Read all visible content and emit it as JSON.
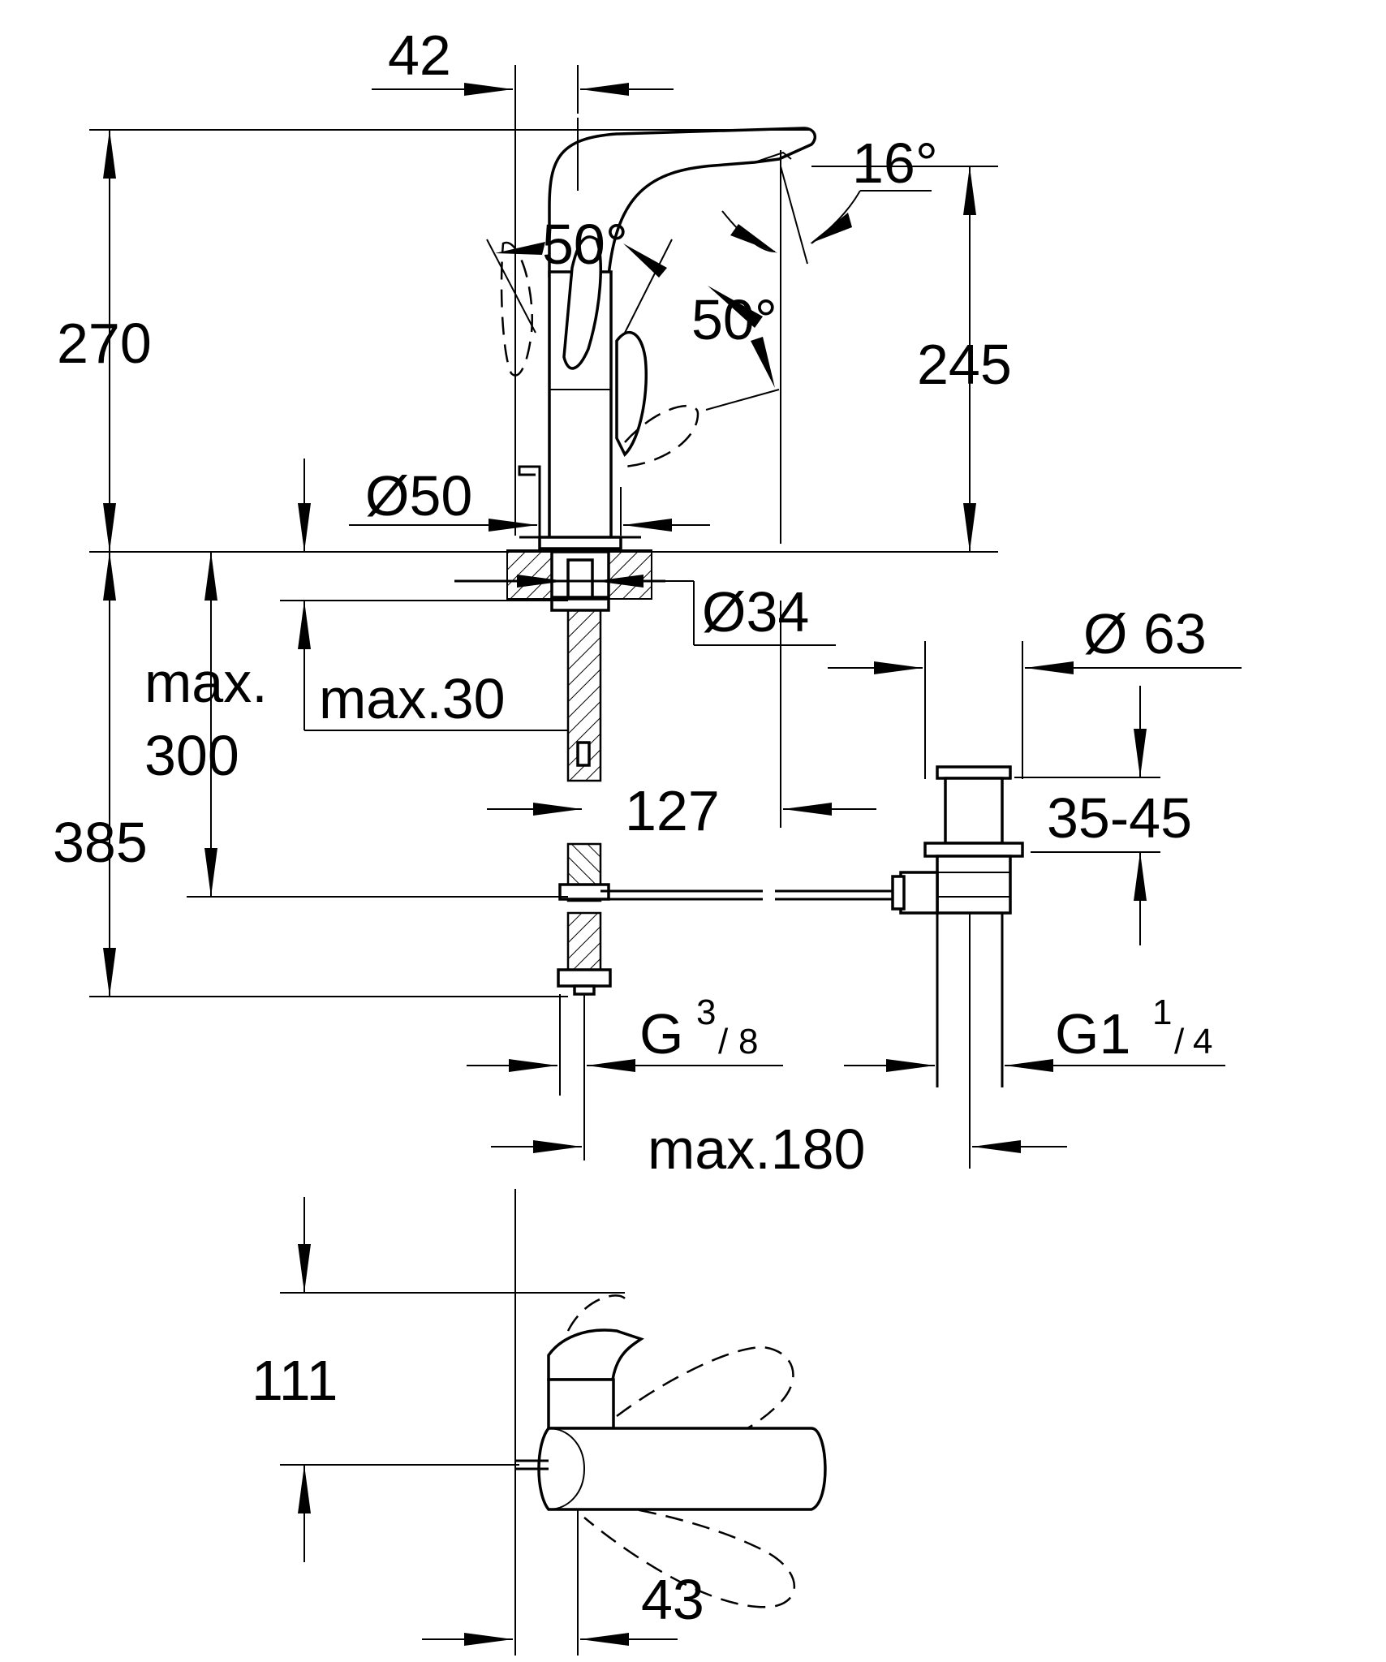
{
  "drawing": {
    "dimensions": {
      "spout_offset": "42",
      "total_height": "270",
      "spout_height": "245",
      "spout_angle": "16°",
      "lever_angle_left": "50°",
      "lever_angle_right": "50°",
      "base_diameter": "Ø50",
      "hole_diameter": "Ø34",
      "waste_diameter": "Ø 63",
      "deck_thickness": "max.30",
      "max_label": "max.",
      "max_value": "300",
      "below_deck": "385",
      "hose_spacing": "127",
      "waste_height": "35-45",
      "connection_main": "G",
      "connection_num": "3",
      "connection_den": "8",
      "waste_thread_main": "G1",
      "waste_thread_num": "1",
      "waste_thread_den": "4",
      "max_distance": "max.180",
      "lever_height": "111",
      "lever_offset": "43"
    }
  },
  "colors": {
    "line": "#000000",
    "background": "#ffffff"
  }
}
